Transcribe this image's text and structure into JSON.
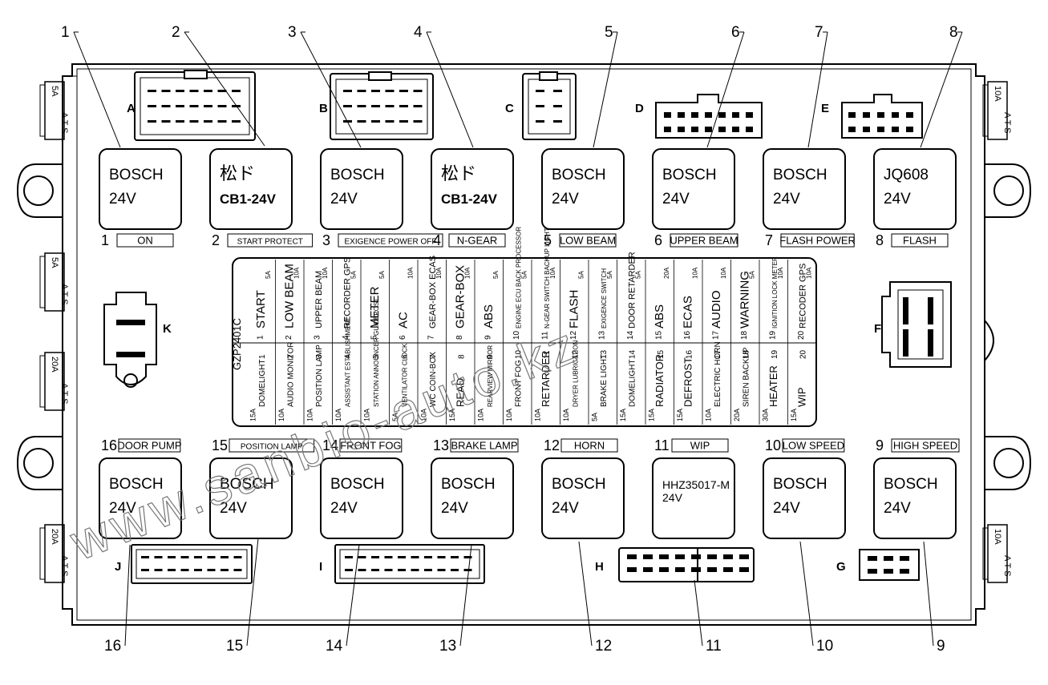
{
  "diagram": {
    "callouts": [
      "1",
      "2",
      "3",
      "4",
      "5",
      "6",
      "7",
      "8",
      "9",
      "10",
      "11",
      "12",
      "13",
      "14",
      "15",
      "16"
    ],
    "fuses_left": [
      {
        "rating": "5A",
        "type": "ATS"
      },
      {
        "rating": "5A",
        "type": "ATS"
      },
      {
        "rating": "20A",
        "type": "ATS"
      },
      {
        "rating": "20A",
        "type": "ATS"
      }
    ],
    "fuses_right": [
      {
        "rating": "10A",
        "type": "ATS"
      },
      {
        "rating": "10A",
        "type": "ATS"
      }
    ],
    "connectors": {
      "A": "A",
      "B": "B",
      "C": "C",
      "D": "D",
      "E": "E",
      "F": "F",
      "G": "G",
      "H": "H",
      "I": "I",
      "J": "J",
      "K": "K"
    },
    "top_relays": [
      {
        "num": "1",
        "line1": "BOSCH",
        "line2": "24V",
        "label": "ON"
      },
      {
        "num": "2",
        "line1": "松ド",
        "line2": "CB1-24V",
        "label": "START PROTECT"
      },
      {
        "num": "3",
        "line1": "BOSCH",
        "line2": "24V",
        "label": "EXIGENCE POWER OFF"
      },
      {
        "num": "4",
        "line1": "松ド",
        "line2": "CB1-24V",
        "label": "N-GEAR"
      },
      {
        "num": "5",
        "line1": "BOSCH",
        "line2": "24V",
        "label": "LOW BEAM"
      },
      {
        "num": "6",
        "line1": "BOSCH",
        "line2": "24V",
        "label": "UPPER BEAM"
      },
      {
        "num": "7",
        "line1": "BOSCH",
        "line2": "24V",
        "label": "FLASH POWER"
      },
      {
        "num": "8",
        "line1": "JQ608",
        "line2": "24V",
        "label": "FLASH"
      }
    ],
    "bottom_relays": [
      {
        "num": "16",
        "line1": "BOSCH",
        "line2": "24V",
        "label": "DOOR PUMP"
      },
      {
        "num": "15",
        "line1": "BOSCH",
        "line2": "24V",
        "label": "POSITION LAMP"
      },
      {
        "num": "14",
        "line1": "BOSCH",
        "line2": "24V",
        "label": "FRONT FOG"
      },
      {
        "num": "13",
        "line1": "BOSCH",
        "line2": "24V",
        "label": "BRAKE LAMP"
      },
      {
        "num": "12",
        "line1": "BOSCH",
        "line2": "24V",
        "label": "HORN"
      },
      {
        "num": "11",
        "line1": "HHZ35017-M",
        "line2": "24V",
        "label": "WIP"
      },
      {
        "num": "10",
        "line1": "BOSCH",
        "line2": "24V",
        "label": "LOW SPEED"
      },
      {
        "num": "9",
        "line1": "BOSCH",
        "line2": "24V",
        "label": "HIGH SPEED"
      }
    ],
    "fuse_table": {
      "code": "GZP2401C",
      "top_row": [
        {
          "idx": "1",
          "name": "START",
          "amp": "5A"
        },
        {
          "idx": "2",
          "name": "LOW BEAM",
          "amp": "10A"
        },
        {
          "idx": "3",
          "name": "UPPER BEAM",
          "amp": "10A"
        },
        {
          "idx": "4",
          "name": "RECORDER GPS",
          "amp": "5A"
        },
        {
          "idx": "5",
          "name": "METER",
          "amp": "5A"
        },
        {
          "idx": "6",
          "name": "AC",
          "amp": "10A"
        },
        {
          "idx": "7",
          "name": "GEAR-BOX ECAS",
          "amp": "10A"
        },
        {
          "idx": "8",
          "name": "GEAR-BOX",
          "amp": "10A"
        },
        {
          "idx": "9",
          "name": "ABS",
          "amp": "5A"
        },
        {
          "idx": "10",
          "name": "ENGINE ECU BACK PROCESSOR",
          "amp": "5A"
        },
        {
          "idx": "11",
          "name": "N-GEAR SWITCH BACKUP LIGHT",
          "amp": "10A"
        },
        {
          "idx": "12",
          "name": "FLASH",
          "amp": "5A"
        },
        {
          "idx": "13",
          "name": "EXIGENCE SWITCH",
          "amp": "5A"
        },
        {
          "idx": "14",
          "name": "DOOR RETARDER",
          "amp": "5A"
        },
        {
          "idx": "15",
          "name": "ABS",
          "amp": "20A"
        },
        {
          "idx": "16",
          "name": "ECAS",
          "amp": "10A"
        },
        {
          "idx": "17",
          "name": "AUDIO",
          "amp": "10A"
        },
        {
          "idx": "18",
          "name": "WARNING",
          "amp": "5A"
        },
        {
          "idx": "19",
          "name": "IGNITION LOCK METER",
          "amp": "10A"
        },
        {
          "idx": "20",
          "name": "RECODER GPS",
          "amp": "10A"
        }
      ],
      "bottom_row": [
        {
          "idx": "1",
          "name": "DOMELIGHT",
          "amp": "15A"
        },
        {
          "idx": "2",
          "name": "AUDIO MONITOR",
          "amp": "10A"
        },
        {
          "idx": "3",
          "name": "POSITION LAMP",
          "amp": "10A"
        },
        {
          "idx": "4",
          "name": "ASSISTANT ESTABLISHMENT",
          "amp": "10A"
        },
        {
          "idx": "5",
          "name": "STATION ANNOUNCER GUIDEPOST",
          "amp": "10A"
        },
        {
          "idx": "6",
          "name": "VENTILATOR CLOCK",
          "amp": "5A"
        },
        {
          "idx": "7",
          "name": "WC COIN-BOX",
          "amp": "10A"
        },
        {
          "idx": "8",
          "name": "READ",
          "amp": "15A"
        },
        {
          "idx": "9",
          "name": "REARVIEW MIRROR",
          "amp": "10A"
        },
        {
          "idx": "10",
          "name": "FRONT FOG",
          "amp": "10A"
        },
        {
          "idx": "11",
          "name": "RETARDER",
          "amp": "10A"
        },
        {
          "idx": "12",
          "name": "DRYER LUBRICATION",
          "amp": "10A"
        },
        {
          "idx": "13",
          "name": "BRAKE LIGHT",
          "amp": "5A"
        },
        {
          "idx": "14",
          "name": "DOMELIGHT",
          "amp": "15A"
        },
        {
          "idx": "15",
          "name": "RADIATOR",
          "amp": "15A"
        },
        {
          "idx": "16",
          "name": "DEFROST",
          "amp": "15A"
        },
        {
          "idx": "17",
          "name": "ELECTRIC HORN",
          "amp": "10A"
        },
        {
          "idx": "18",
          "name": "SIREN BACKUP",
          "amp": "20A"
        },
        {
          "idx": "19",
          "name": "HEATER",
          "amp": "30A"
        },
        {
          "idx": "20",
          "name": "WIP",
          "amp": "15A"
        }
      ]
    },
    "watermark": "www.sanbio-auto.kz"
  }
}
